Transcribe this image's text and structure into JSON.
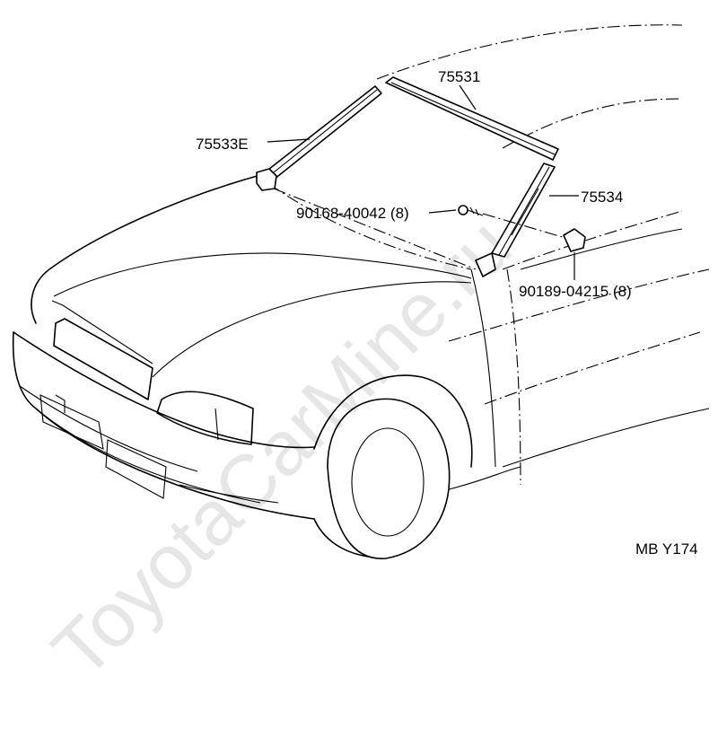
{
  "watermark": "ToyotaCarMine.ru",
  "diagram_code": "MB Y174",
  "parts": {
    "part_75531": "75531",
    "part_75533E": "75533E",
    "part_75534": "75534",
    "part_90168": "90168-40042 (8)",
    "part_90189": "90189-04215 (8)"
  }
}
